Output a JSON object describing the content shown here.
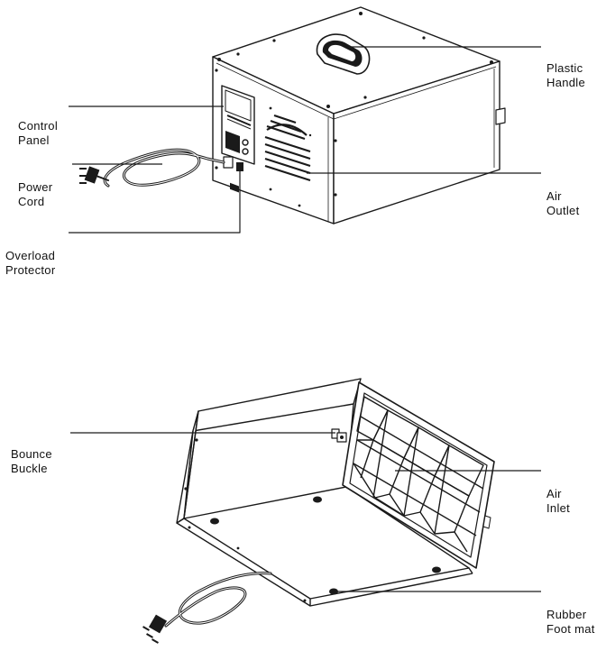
{
  "labels": {
    "plastic_handle": [
      "Plastic",
      "Handle"
    ],
    "control_panel": [
      "Control",
      "Panel"
    ],
    "power_cord": [
      "Power",
      "Cord"
    ],
    "air_outlet": [
      "Air",
      "Outlet"
    ],
    "overload_protector": [
      "Overload",
      "Protector"
    ],
    "bounce_buckle": [
      "Bounce",
      "Buckle"
    ],
    "air_inlet": [
      "Air",
      "Inlet"
    ],
    "rubber_foot_mat": [
      "Rubber",
      "Foot mat"
    ]
  },
  "colors": {
    "line": "#1a1a1a",
    "fill": "#ffffff"
  }
}
